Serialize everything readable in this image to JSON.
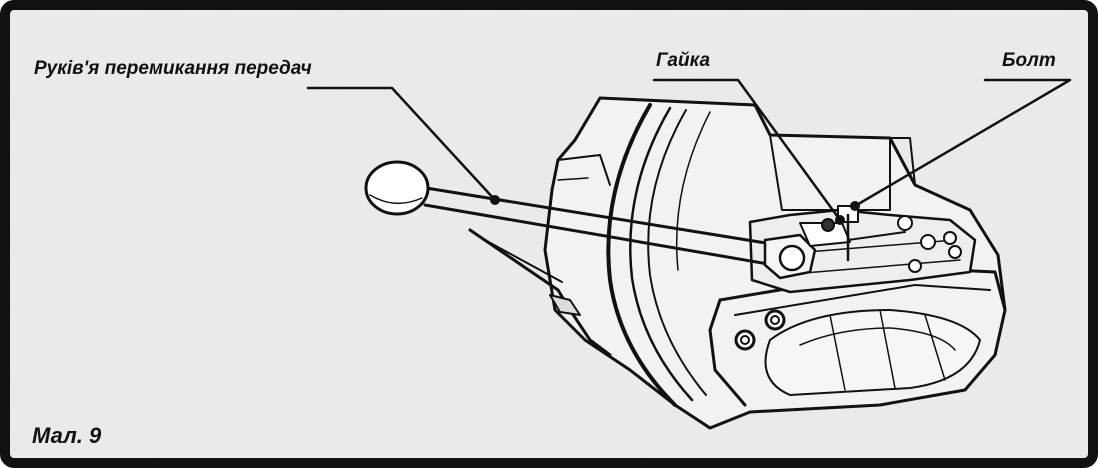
{
  "figure": {
    "caption": "Мал. 9",
    "callouts": [
      {
        "id": "shift-lever",
        "text": "Руків'я перемикання передач"
      },
      {
        "id": "nut",
        "text": "Гайка"
      },
      {
        "id": "bolt",
        "text": "Болт"
      }
    ]
  },
  "colors": {
    "border": "#111111",
    "background": "#ececec",
    "ink": "#111111"
  }
}
